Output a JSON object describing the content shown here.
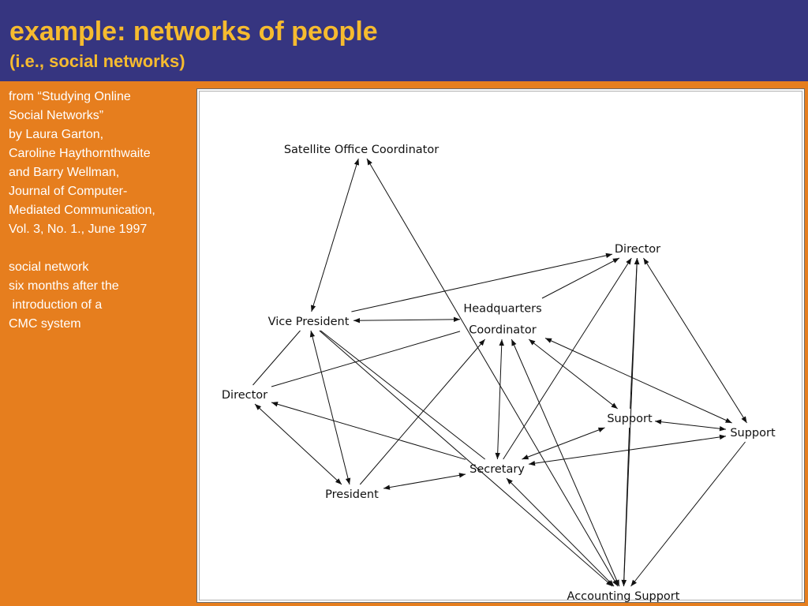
{
  "slide": {
    "title": "example: networks of people",
    "subtitle": "(i.e., social networks)",
    "colors": {
      "header_bg": "#363580",
      "title": "#f6bb2f",
      "body_bg": "#e67e1e",
      "caption_text": "#ffffff"
    }
  },
  "caption": {
    "lines": [
      "from “Studying Online",
      "Social Networks”",
      "by Laura Garton,",
      "Caroline Haythornthwaite",
      "and Barry Wellman,",
      "Journal of Computer-",
      "Mediated Communication,",
      "Vol. 3, No. 1., June 1997",
      "",
      "social network",
      "six months after the",
      " introduction of a",
      "CMC system"
    ]
  },
  "network": {
    "nodes": [
      {
        "id": "satellite_office_coordinator",
        "label": "Satellite Office Coordinator"
      },
      {
        "id": "director_top",
        "label": "Director"
      },
      {
        "id": "vice_president",
        "label": "Vice President"
      },
      {
        "id": "hq_coordinator",
        "label": [
          "Headquarters",
          "Coordinator"
        ]
      },
      {
        "id": "director_left",
        "label": "Director"
      },
      {
        "id": "support_middle",
        "label": "Support"
      },
      {
        "id": "support_right",
        "label": "Support"
      },
      {
        "id": "secretary",
        "label": "Secretary"
      },
      {
        "id": "president",
        "label": "President"
      },
      {
        "id": "accounting_support",
        "label": "Accounting Support"
      }
    ],
    "edges": [
      {
        "from": "satellite_office_coordinator",
        "to": "vice_president",
        "arrows": "both"
      },
      {
        "from": "satellite_office_coordinator",
        "to": "accounting_support",
        "arrows": "both"
      },
      {
        "from": "vice_president",
        "to": "director_top",
        "arrows": "end"
      },
      {
        "from": "vice_president",
        "to": "hq_coordinator",
        "arrows": "both"
      },
      {
        "from": "director_left",
        "to": "vice_president",
        "arrows": "none"
      },
      {
        "from": "director_left",
        "to": "hq_coordinator",
        "arrows": "none"
      },
      {
        "from": "director_left",
        "to": "president",
        "arrows": "both"
      },
      {
        "from": "director_left",
        "to": "secretary",
        "arrows": "start"
      },
      {
        "from": "vice_president",
        "to": "president",
        "arrows": "both"
      },
      {
        "from": "vice_president",
        "to": "secretary",
        "arrows": "none"
      },
      {
        "from": "vice_president",
        "to": "accounting_support",
        "arrows": "end"
      },
      {
        "from": "hq_coordinator",
        "to": "director_top",
        "arrows": "end"
      },
      {
        "from": "president",
        "to": "hq_coordinator",
        "arrows": "end"
      },
      {
        "from": "president",
        "to": "secretary",
        "arrows": "both"
      },
      {
        "from": "hq_coordinator",
        "to": "secretary",
        "arrows": "both"
      },
      {
        "from": "hq_coordinator",
        "to": "support_middle",
        "arrows": "both"
      },
      {
        "from": "hq_coordinator",
        "to": "support_right",
        "arrows": "both"
      },
      {
        "from": "hq_coordinator",
        "to": "accounting_support",
        "arrows": "both"
      },
      {
        "from": "secretary",
        "to": "director_top",
        "arrows": "end"
      },
      {
        "from": "secretary",
        "to": "support_middle",
        "arrows": "both"
      },
      {
        "from": "secretary",
        "to": "support_right",
        "arrows": "both"
      },
      {
        "from": "secretary",
        "to": "accounting_support",
        "arrows": "both"
      },
      {
        "from": "support_middle",
        "to": "director_top",
        "arrows": "end"
      },
      {
        "from": "support_middle",
        "to": "support_right",
        "arrows": "both"
      },
      {
        "from": "support_middle",
        "to": "accounting_support",
        "arrows": "end"
      },
      {
        "from": "director_top",
        "to": "support_right",
        "arrows": "both"
      },
      {
        "from": "director_top",
        "to": "accounting_support",
        "arrows": "both"
      },
      {
        "from": "support_right",
        "to": "accounting_support",
        "arrows": "end"
      }
    ]
  }
}
